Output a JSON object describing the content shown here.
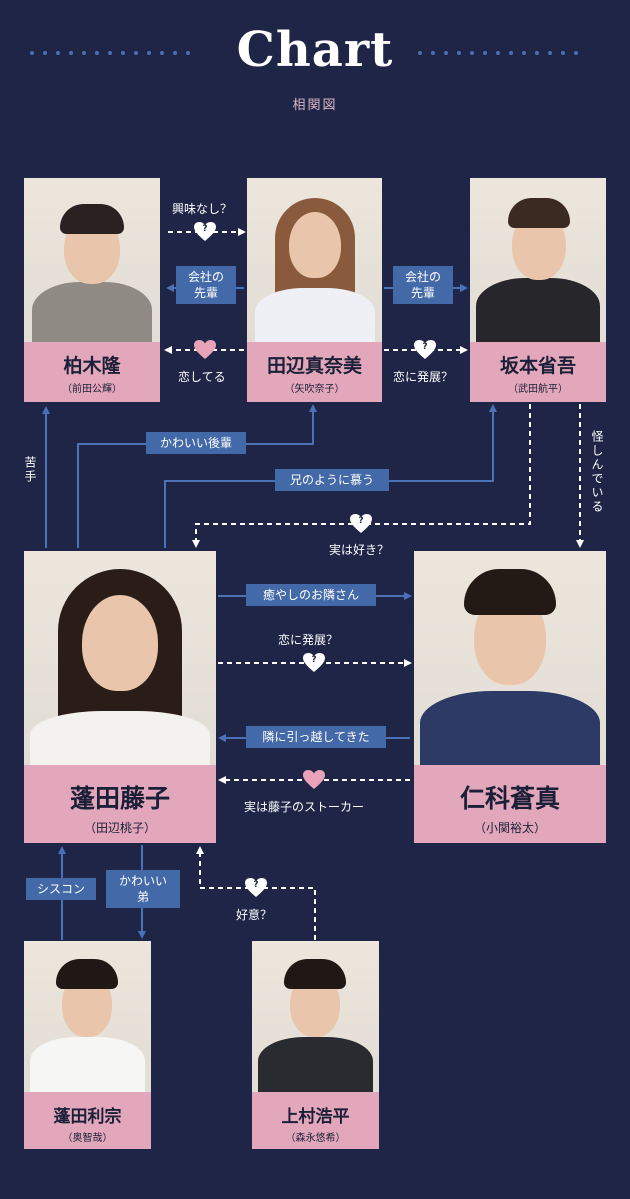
{
  "header": {
    "title": "Chart",
    "subtitle": "相関図"
  },
  "characters": {
    "kashiwagi": {
      "name": "柏木隆",
      "actor": "（前田公輝）"
    },
    "tanabe_manami": {
      "name": "田辺真奈美",
      "actor": "（矢吹奈子）"
    },
    "sakamoto": {
      "name": "坂本省吾",
      "actor": "（武田航平）"
    },
    "touko": {
      "name": "蓬田藤子",
      "actor": "（田辺桃子）"
    },
    "nishina": {
      "name": "仁科蒼真",
      "actor": "（小関裕太）"
    },
    "toshimune": {
      "name": "蓬田利宗",
      "actor": "（奥智哉）"
    },
    "uemura": {
      "name": "上村浩平",
      "actor": "（森永悠希）"
    }
  },
  "relations": {
    "kyoumi_nashi": "興味なし？",
    "senpai_left": "会社の\n先輩",
    "senpai_right": "会社の\n先輩",
    "koishiteru": "恋してる",
    "koi_hatten_top": "恋に発展？",
    "nigate": "苦手",
    "kawaii_kouhai": "かわいい後輩",
    "ani_no_you": "兄のように慕う",
    "ayashinde": "怪しんでいる",
    "jitsu_suki": "実は好き？",
    "iyashi": "癒やしのお隣さん",
    "koi_hatten_mid": "恋に発展？",
    "hikkoshi": "隣に引っ越してきた",
    "stalker": "実は藤子のストーカー",
    "siscon": "シスコン",
    "kawaii_otouto": "かわいい\n弟",
    "koui": "好意？"
  },
  "heart_mark": "?",
  "colors": {
    "background": "#1e2547",
    "name_box": "#e2a7ba",
    "label_box": "#4469a8",
    "line_blue": "#4b71b6",
    "line_dashed": "#ffffff",
    "heart_pink": "#e8a3b8"
  }
}
